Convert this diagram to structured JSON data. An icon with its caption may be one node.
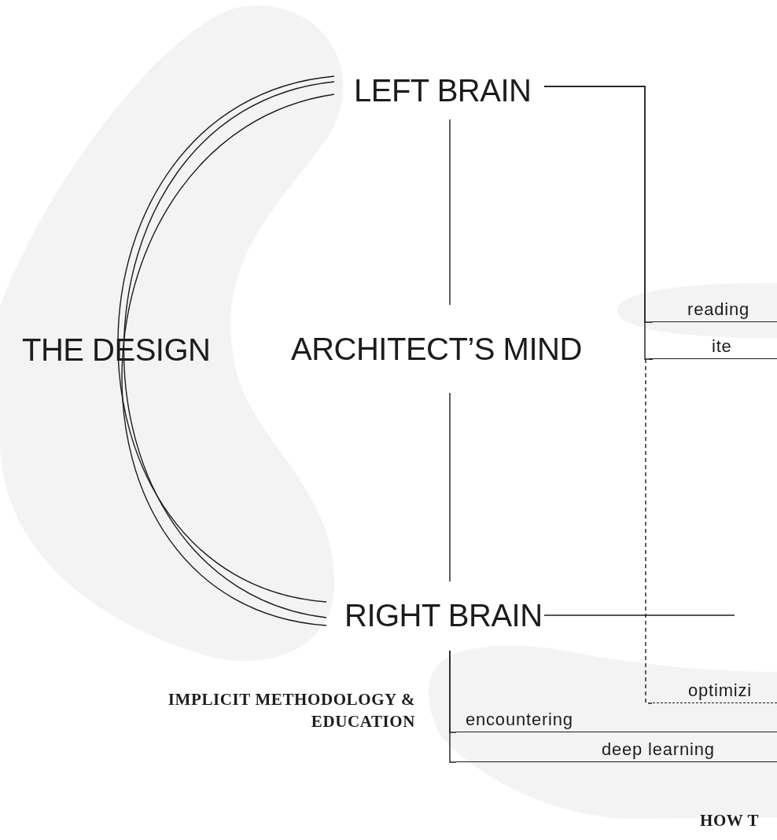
{
  "diagram": {
    "nodes": [
      {
        "text": [
          "LEFT BRAIN"
        ]
      },
      {
        "text": [
          "THE DESIGN"
        ]
      },
      {
        "text": [
          "ARCHITECT’S MIND"
        ]
      },
      {
        "text": [
          "reading"
        ]
      },
      {
        "text": [
          "ite"
        ]
      },
      {
        "text": [
          "RIGHT BRAIN"
        ]
      },
      {
        "text": [
          "optimizi"
        ]
      },
      {
        "text": [
          "encountering"
        ]
      },
      {
        "text": [
          "deep learning"
        ]
      }
    ],
    "edges": [
      {
        "from": 0,
        "to": 5,
        "arrow": "none"
      },
      {
        "from": 0,
        "to": 5,
        "arrow": "none"
      },
      {
        "from": 0,
        "to": 5,
        "arrow": "none"
      },
      {
        "from": 0,
        "to": 2,
        "arrow": "none"
      },
      {
        "from": 2,
        "to": 5,
        "arrow": "none"
      },
      {
        "from": 0,
        "to": 3,
        "arrow": "none"
      },
      {
        "from": 0,
        "to": 4,
        "arrow": "none"
      },
      {
        "from": 4,
        "to": 6,
        "arrow": "none",
        "style": "dashed"
      },
      {
        "from": 5,
        "to": null,
        "arrow": "none"
      },
      {
        "from": 5,
        "to": 7,
        "arrow": "none"
      },
      {
        "from": 5,
        "to": 8,
        "arrow": "none"
      }
    ],
    "labels": [
      "IMPLICIT METHODOLOGY & EDUCATION",
      "HOW T"
    ]
  }
}
